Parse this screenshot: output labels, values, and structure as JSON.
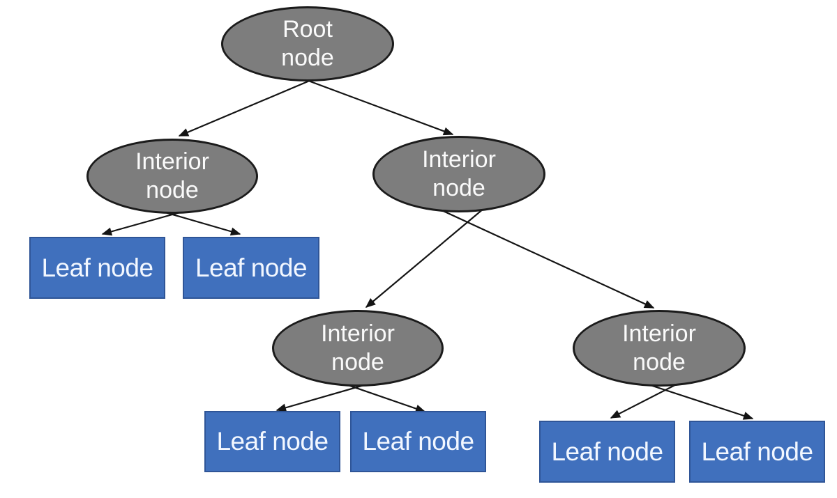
{
  "diagram": {
    "type": "tree",
    "background": "#ffffff",
    "palette": {
      "interior_fill": "#7d7d7d",
      "interior_outline": "#1b1b1b",
      "leaf_fill": "#4070bd",
      "leaf_outline": "#2f5597",
      "label_text": "#fafafa",
      "leaf_text": "#f2f7ff",
      "arrow": "#141414"
    },
    "nodes": [
      {
        "id": "root",
        "shape": "ellipse",
        "label": "Root node"
      },
      {
        "id": "interior-left",
        "shape": "ellipse",
        "label": "Interior node"
      },
      {
        "id": "interior-right",
        "shape": "ellipse",
        "label": "Interior node"
      },
      {
        "id": "leaf-left-1",
        "shape": "rect",
        "label": "Leaf node"
      },
      {
        "id": "leaf-left-2",
        "shape": "rect",
        "label": "Leaf node"
      },
      {
        "id": "interior-mid",
        "shape": "ellipse",
        "label": "Interior node"
      },
      {
        "id": "interior-far-right",
        "shape": "ellipse",
        "label": "Interior node"
      },
      {
        "id": "leaf-mid-1",
        "shape": "rect",
        "label": "Leaf node"
      },
      {
        "id": "leaf-mid-2",
        "shape": "rect",
        "label": "Leaf node"
      },
      {
        "id": "leaf-right-1",
        "shape": "rect",
        "label": "Leaf node"
      },
      {
        "id": "leaf-right-2",
        "shape": "rect",
        "label": "Leaf node"
      }
    ],
    "edges": [
      {
        "from": "root",
        "to": "interior-left"
      },
      {
        "from": "root",
        "to": "interior-right"
      },
      {
        "from": "interior-left",
        "to": "leaf-left-1"
      },
      {
        "from": "interior-left",
        "to": "leaf-left-2"
      },
      {
        "from": "interior-right",
        "to": "interior-mid"
      },
      {
        "from": "interior-right",
        "to": "interior-far-right"
      },
      {
        "from": "interior-mid",
        "to": "leaf-mid-1"
      },
      {
        "from": "interior-mid",
        "to": "leaf-mid-2"
      },
      {
        "from": "interior-far-right",
        "to": "leaf-right-1"
      },
      {
        "from": "interior-far-right",
        "to": "leaf-right-2"
      }
    ]
  }
}
